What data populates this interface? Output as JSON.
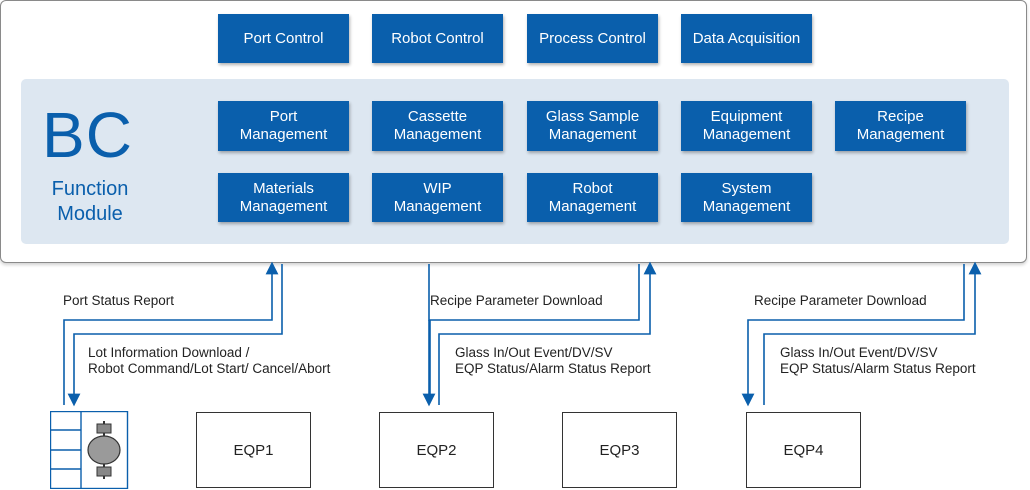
{
  "top_controls": [
    "Port Control",
    "Robot Control",
    "Process Control",
    "Data Acquisition"
  ],
  "module": {
    "title": "BC",
    "subtitle": "Function\nModule",
    "row1": [
      "Port\nManagement",
      "Cassette\nManagement",
      "Glass Sample\nManagement",
      "Equipment\nManagement",
      "Recipe\nManagement"
    ],
    "row2": [
      "Materials\nManagement",
      "WIP\nManagement",
      "Robot\nManagement",
      "System\nManagement"
    ]
  },
  "flows": [
    {
      "up": "Port Status Report",
      "down": "Lot Information Download /\nRobot Command/Lot Start/ Cancel/Abort"
    },
    {
      "up": "Recipe Parameter Download",
      "down": "Glass In/Out Event/DV/SV\nEQP Status/Alarm Status Report"
    },
    {
      "up": "Recipe Parameter Download",
      "down": "Glass In/Out Event/DV/SV\nEQP Status/Alarm Status Report"
    }
  ],
  "equipment": [
    "EQP1",
    "EQP2",
    "EQP3",
    "EQP4"
  ],
  "colors": {
    "accent": "#0a5fac",
    "panel": "#dde7f1"
  }
}
